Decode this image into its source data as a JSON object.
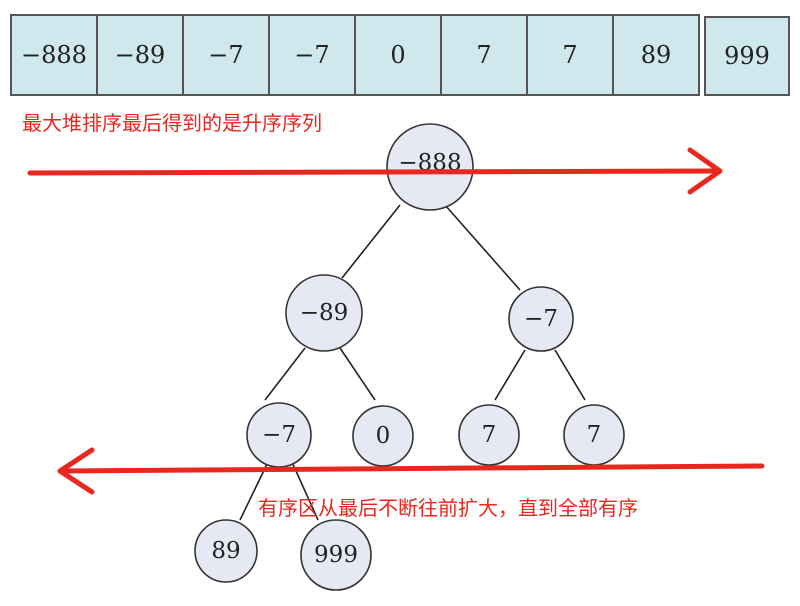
{
  "array": {
    "cells": [
      "−888",
      "−89",
      "−7",
      "−7",
      "0",
      "7",
      "7",
      "89",
      "999"
    ]
  },
  "captions": {
    "top": "最大堆排序最后得到的是升序序列",
    "bottom": "有序区从最后不断往前扩大，直到全部有序"
  },
  "tree": {
    "nodes": [
      {
        "id": "n0",
        "label": "−888"
      },
      {
        "id": "n1",
        "label": "−89"
      },
      {
        "id": "n2",
        "label": "−7"
      },
      {
        "id": "n3",
        "label": "−7"
      },
      {
        "id": "n4",
        "label": "0"
      },
      {
        "id": "n5",
        "label": "7"
      },
      {
        "id": "n6",
        "label": "7"
      },
      {
        "id": "n7",
        "label": "89"
      },
      {
        "id": "n8",
        "label": "999"
      }
    ],
    "edges": [
      [
        "n0",
        "n1"
      ],
      [
        "n0",
        "n2"
      ],
      [
        "n1",
        "n3"
      ],
      [
        "n1",
        "n4"
      ],
      [
        "n2",
        "n5"
      ],
      [
        "n2",
        "n6"
      ],
      [
        "n3",
        "n7"
      ],
      [
        "n3",
        "n8"
      ]
    ]
  },
  "colors": {
    "arrow": "#e8271f",
    "cell_fill": "#cfe8ee",
    "node_fill": "#e6e9f4"
  }
}
